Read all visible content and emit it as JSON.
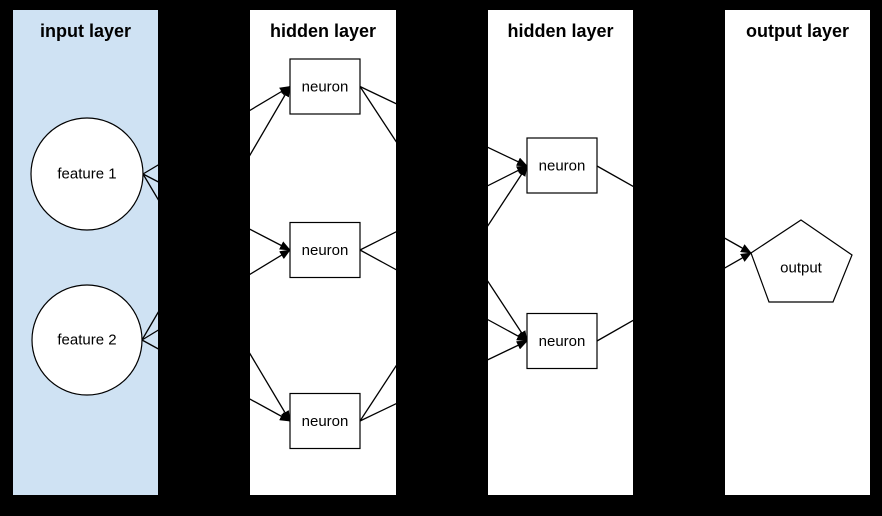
{
  "background_color": "#000000",
  "style": {
    "node_fill": "#ffffff",
    "stroke_color": "#000000",
    "connector_color": "#000000",
    "title_color": "#000000",
    "input_panel_color": "#cfe2f3"
  },
  "layers": [
    {
      "title": "input layer",
      "panel_color": "#cfe2f3",
      "nodes": [
        {
          "id": "input-1",
          "label": "feature 1",
          "shape": "circle"
        },
        {
          "id": "input-2",
          "label": "feature 2",
          "shape": "circle"
        }
      ]
    },
    {
      "title": "hidden layer",
      "panel_color": "#ffffff",
      "nodes": [
        {
          "id": "h1-1",
          "label": "neuron",
          "shape": "rectangle"
        },
        {
          "id": "h1-2",
          "label": "neuron",
          "shape": "rectangle"
        },
        {
          "id": "h1-3",
          "label": "neuron",
          "shape": "rectangle"
        }
      ]
    },
    {
      "title": "hidden layer",
      "panel_color": "#ffffff",
      "nodes": [
        {
          "id": "h2-1",
          "label": "neuron",
          "shape": "rectangle"
        },
        {
          "id": "h2-2",
          "label": "neuron",
          "shape": "rectangle"
        }
      ]
    },
    {
      "title": "output layer",
      "panel_color": "#ffffff",
      "nodes": [
        {
          "id": "out-1",
          "label": "output",
          "shape": "pentagon"
        }
      ]
    }
  ],
  "connections": [
    {
      "from": "input-1",
      "to": "h1-1"
    },
    {
      "from": "input-1",
      "to": "h1-2"
    },
    {
      "from": "input-1",
      "to": "h1-3"
    },
    {
      "from": "input-2",
      "to": "h1-1"
    },
    {
      "from": "input-2",
      "to": "h1-2"
    },
    {
      "from": "input-2",
      "to": "h1-3"
    },
    {
      "from": "h1-1",
      "to": "h2-1"
    },
    {
      "from": "h1-1",
      "to": "h2-2"
    },
    {
      "from": "h1-2",
      "to": "h2-1"
    },
    {
      "from": "h1-2",
      "to": "h2-2"
    },
    {
      "from": "h1-3",
      "to": "h2-1"
    },
    {
      "from": "h1-3",
      "to": "h2-2"
    },
    {
      "from": "h2-1",
      "to": "out-1"
    },
    {
      "from": "h2-2",
      "to": "out-1"
    }
  ]
}
